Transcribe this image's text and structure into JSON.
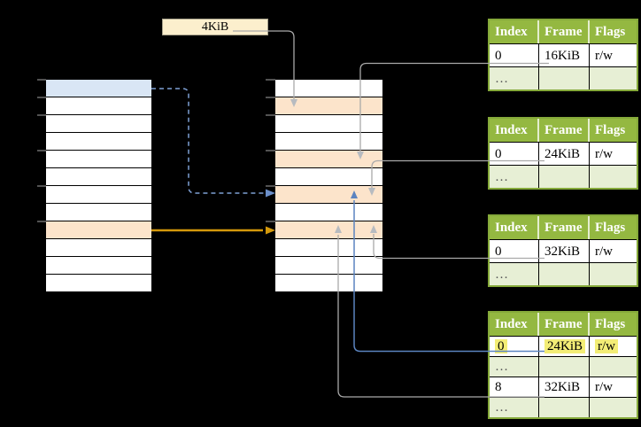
{
  "frame_size_label": "4KiB",
  "colors": {
    "background": "#000000",
    "header_green": "#94b841",
    "table_border_green": "#85a93a",
    "shaded_row_green": "#e7efd5",
    "orange_row": "#fce4cb",
    "blue_row": "#d9e6f5",
    "white_row": "#ffffff",
    "highlight_yellow": "#f3ed76",
    "gray_line": "#a9a9a9",
    "gray_head": "#b7bbc0",
    "blue_solid": "#5b84c0",
    "blue_dashed": "#7d9fd4",
    "gold": "#d4990b",
    "tick_gray": "#7f7f7f"
  },
  "left_column": {
    "rows": [
      {
        "fill": "blue"
      },
      {
        "fill": "white"
      },
      {
        "fill": "white"
      },
      {
        "fill": "white"
      },
      {
        "fill": "white"
      },
      {
        "fill": "white"
      },
      {
        "fill": "white"
      },
      {
        "fill": "white"
      },
      {
        "fill": "orange"
      },
      {
        "fill": "white"
      },
      {
        "fill": "white"
      },
      {
        "fill": "white"
      }
    ]
  },
  "middle_column": {
    "rows": [
      {
        "fill": "white"
      },
      {
        "fill": "orange"
      },
      {
        "fill": "white"
      },
      {
        "fill": "white"
      },
      {
        "fill": "orange"
      },
      {
        "fill": "white"
      },
      {
        "fill": "orange"
      },
      {
        "fill": "white"
      },
      {
        "fill": "orange"
      },
      {
        "fill": "white"
      },
      {
        "fill": "white"
      },
      {
        "fill": "white"
      }
    ]
  },
  "page_tables": [
    {
      "id": "page-table-1",
      "headers": [
        "Index",
        "Frame",
        "Flags"
      ],
      "rows": [
        {
          "cells": [
            "0",
            "16KiB",
            "r/w"
          ]
        },
        {
          "cells": [
            "…",
            "",
            ""
          ],
          "shaded": true
        }
      ]
    },
    {
      "id": "page-table-2",
      "headers": [
        "Index",
        "Frame",
        "Flags"
      ],
      "rows": [
        {
          "cells": [
            "0",
            "24KiB",
            "r/w"
          ]
        },
        {
          "cells": [
            "…",
            "",
            ""
          ],
          "shaded": true
        }
      ]
    },
    {
      "id": "page-table-3",
      "headers": [
        "Index",
        "Frame",
        "Flags"
      ],
      "rows": [
        {
          "cells": [
            "0",
            "32KiB",
            "r/w"
          ]
        },
        {
          "cells": [
            "…",
            "",
            ""
          ],
          "shaded": true
        }
      ]
    },
    {
      "id": "page-table-4",
      "headers": [
        "Index",
        "Frame",
        "Flags"
      ],
      "rows": [
        {
          "cells": [
            "0",
            "24KiB",
            "r/w"
          ],
          "highlighted": true
        },
        {
          "cells": [
            "…",
            "",
            ""
          ],
          "shaded": true
        },
        {
          "cells": [
            "8",
            "32KiB",
            "r/w"
          ]
        },
        {
          "cells": [
            "…",
            "",
            ""
          ],
          "shaded": true
        }
      ]
    }
  ],
  "arrows": [
    {
      "id": "frame-size-to-frame-4kib",
      "style": "gray",
      "from": "frame-size-label",
      "to": "physical-frame-4KiB"
    },
    {
      "id": "virtual-page0-to-frame-24",
      "style": "blue-dashed",
      "from": "virtual-page-0",
      "to": "physical-frame-24KiB"
    },
    {
      "id": "virtual-page8-to-frame-32",
      "style": "gold",
      "from": "virtual-page-32KiB",
      "to": "physical-frame-32KiB"
    },
    {
      "id": "t1-entry0-to-frame-16",
      "style": "gray",
      "from": "page-table-1-entry-0",
      "to": "physical-frame-16KiB"
    },
    {
      "id": "t2-entry0-to-frame-24",
      "style": "gray",
      "from": "page-table-2-entry-0",
      "to": "physical-frame-24KiB"
    },
    {
      "id": "t3-entry0-to-frame-32",
      "style": "gray",
      "from": "page-table-3-entry-0",
      "to": "physical-frame-32KiB"
    },
    {
      "id": "t4-entry0-to-frame-24",
      "style": "blue",
      "from": "page-table-4-entry-0",
      "to": "physical-frame-24KiB"
    },
    {
      "id": "t4-entry8-to-frame-32",
      "style": "gray",
      "from": "page-table-4-entry-8",
      "to": "physical-frame-32KiB"
    }
  ]
}
